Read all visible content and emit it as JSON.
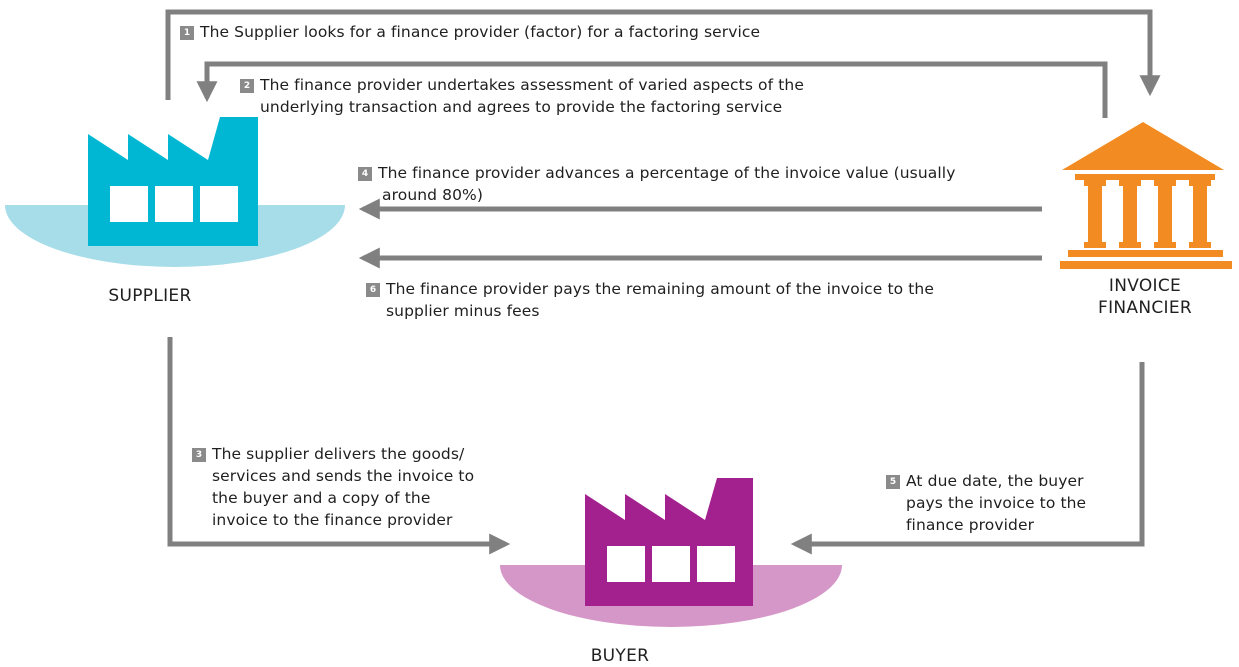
{
  "actors": {
    "supplier": "SUPPLIER",
    "financier_line1": "INVOICE",
    "financier_line2": "FINANCIER",
    "buyer": "BUYER"
  },
  "steps": [
    {
      "num": "1",
      "text": "The Supplier looks for a finance provider (factor) for a factoring service"
    },
    {
      "num": "2",
      "line1": "The finance provider undertakes assessment of varied aspects of the",
      "line2": "underlying transaction and agrees to provide the factoring service"
    },
    {
      "num": "3",
      "line1": "The supplier delivers the goods/",
      "line2": "services and sends the invoice to",
      "line3": "the buyer and a copy of the",
      "line4": "invoice to the finance provider"
    },
    {
      "num": "4",
      "line1": "The finance provider advances a percentage of the invoice value (usually",
      "line2": "around 80%)"
    },
    {
      "num": "5",
      "line1": "At due date, the buyer",
      "line2": "pays the invoice to the",
      "line3": "finance provider"
    },
    {
      "num": "6",
      "line1": "The finance provider pays the remaining amount of the invoice to the",
      "line2": "supplier minus fees"
    }
  ],
  "colors": {
    "supplier": "#00b7d3",
    "supplier_base": "#a6dde9",
    "financier": "#f28c22",
    "buyer": "#a3208f",
    "buyer_base": "#d597c8",
    "arrow": "#808080"
  }
}
